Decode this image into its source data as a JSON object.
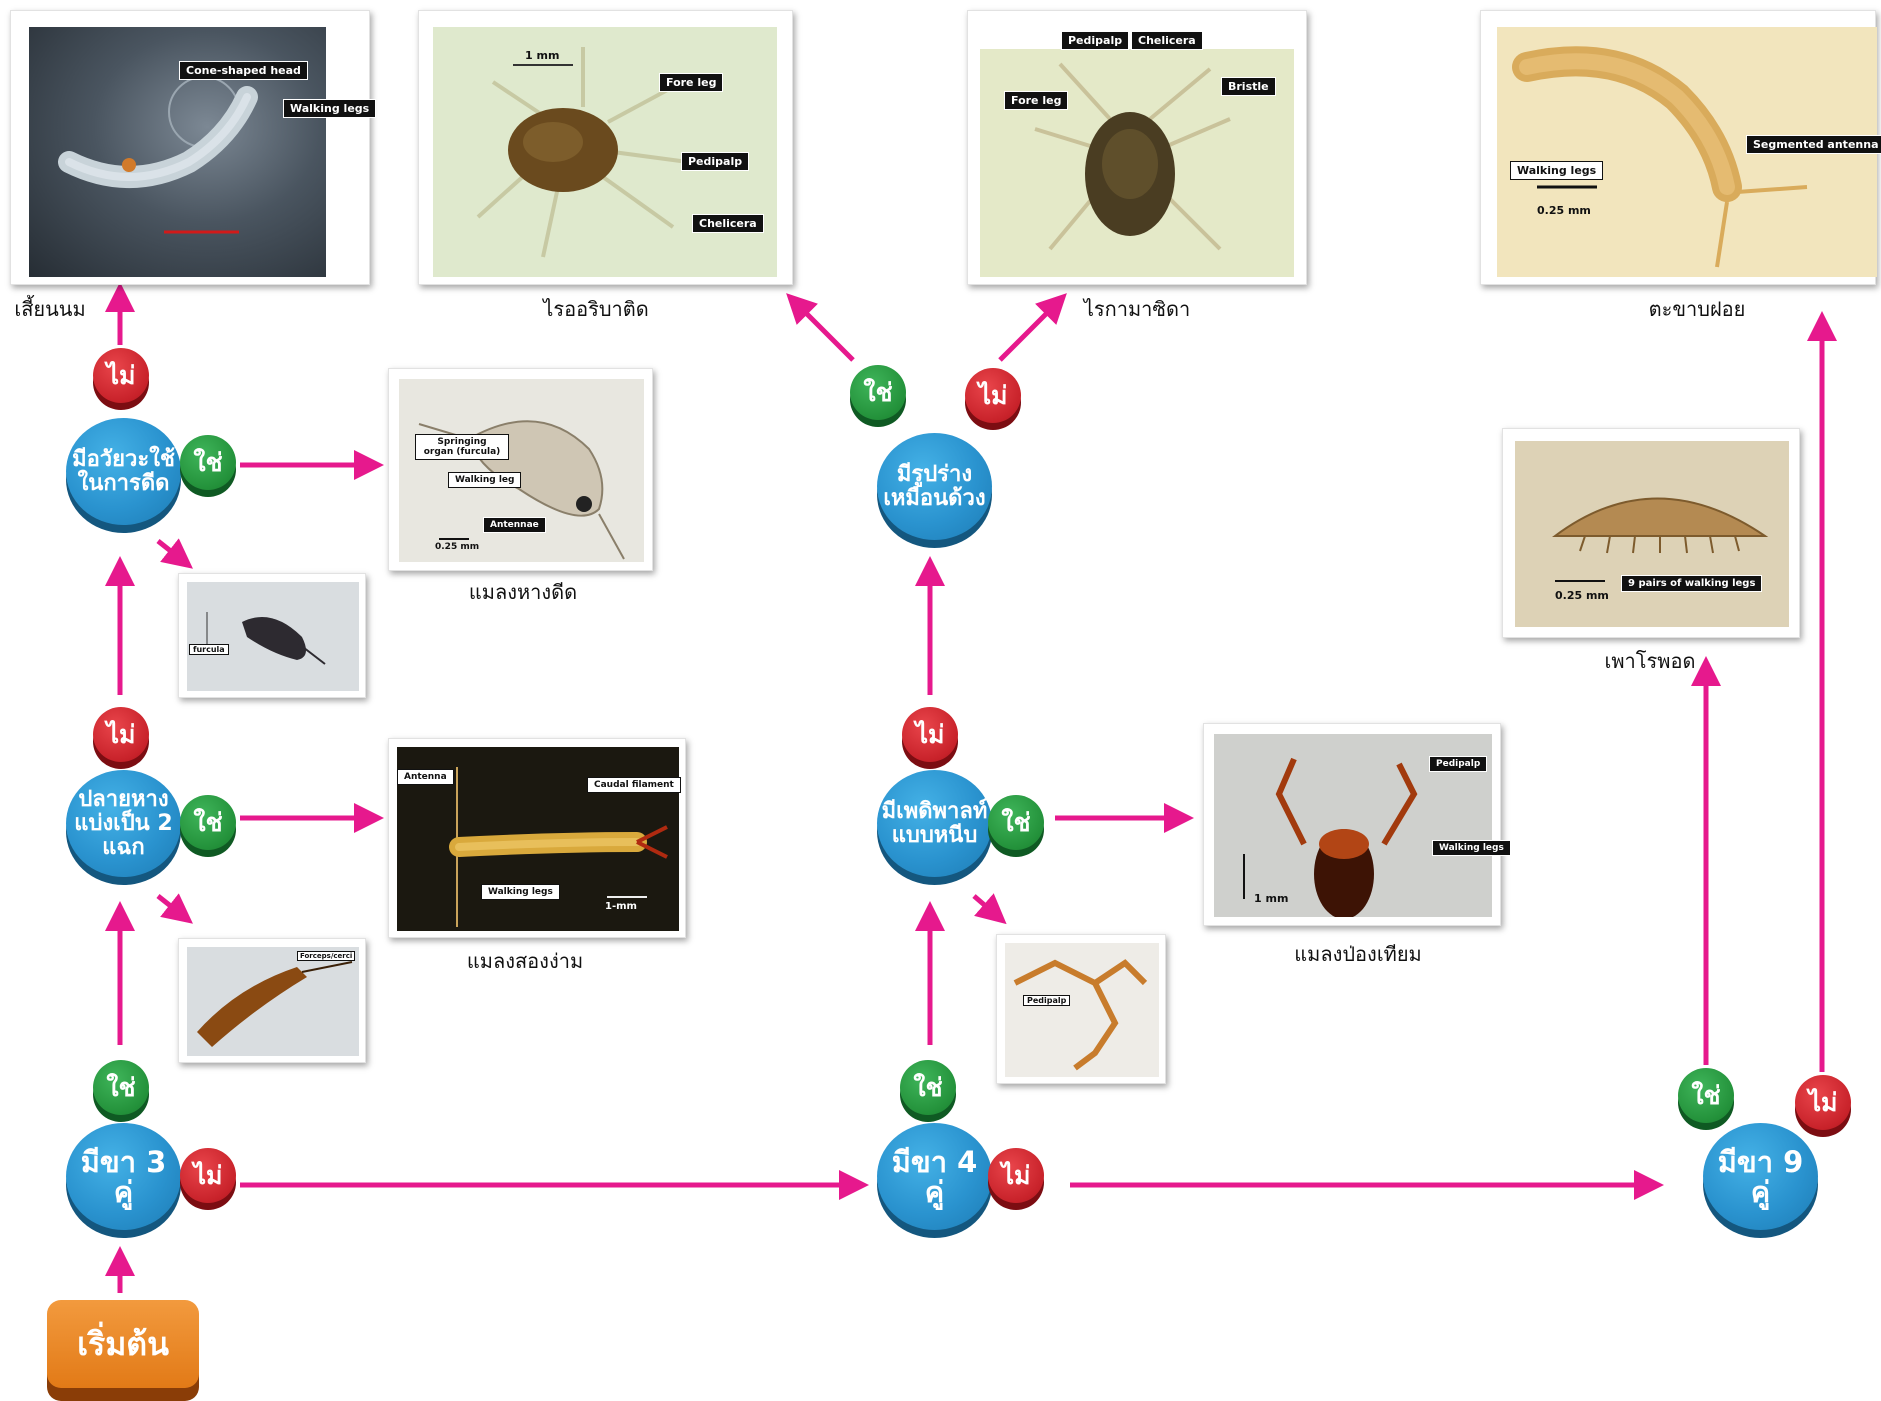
{
  "start_label": "เริ่มต้น",
  "yes": "ใช่",
  "no": "ไม่",
  "nodes": {
    "legs3": "มีขา 3 คู่",
    "tail2": "ปลายหาง แบ่งเป็น 2 แฉก",
    "jump": "มีอวัยวะใช้ ในการดีด",
    "legs4": "มีขา 4 คู่",
    "pedipalp": "มีเพดิพาลท์ แบบหนีบ",
    "spider": "มีรูปร่าง เหมือนด้วง",
    "legs9": "มีขา 9 คู่"
  },
  "captions": {
    "proturan": "เสี้ยนนม",
    "oribatid": "ไรออริบาติด",
    "mesostigmatid": "ไรกามาซิดา",
    "symphylan": "ตะขาบฝอย",
    "springtail": "แมลงหางดีด",
    "dipluran": "แมลงสองง่าม",
    "pseudoscorpion": "แมลงป่องเทียม",
    "pauropod": "เพาโรพอด"
  },
  "labels": {
    "cone_head": "Cone-shaped head",
    "walking_legs": "Walking legs",
    "walking_leg": "Walking leg",
    "fore_leg": "Fore leg",
    "pedipalp": "Pedipalp",
    "chelicera": "Chelicera",
    "bristle": "Bristle",
    "segmented_antenna": "Segmented antenna",
    "springing_organ": "Springing organ (furcula)",
    "antennae": "Antennae",
    "antenna": "Antenna",
    "caudal_filament": "Caudal filament",
    "nine_pairs": "9 pairs of walking legs",
    "furcula": "furcula",
    "forcep": "Forceps/cerci"
  },
  "scales": {
    "s025": "0.25 mm",
    "s1mm": "1 mm",
    "s1mm_dash": "1-mm"
  },
  "colors": {
    "arrow": "#e6198d",
    "node": "#2a93cf",
    "yes": "#23913a",
    "no": "#c8222a",
    "start": "#e27a17"
  }
}
